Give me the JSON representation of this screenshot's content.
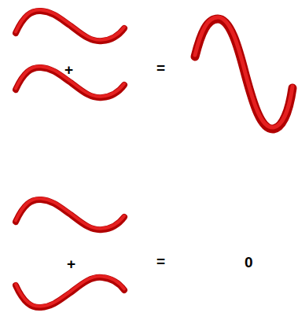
{
  "diagram": {
    "labels": [
      "+",
      "=",
      "+",
      "=",
      "0"
    ]
  }
}
